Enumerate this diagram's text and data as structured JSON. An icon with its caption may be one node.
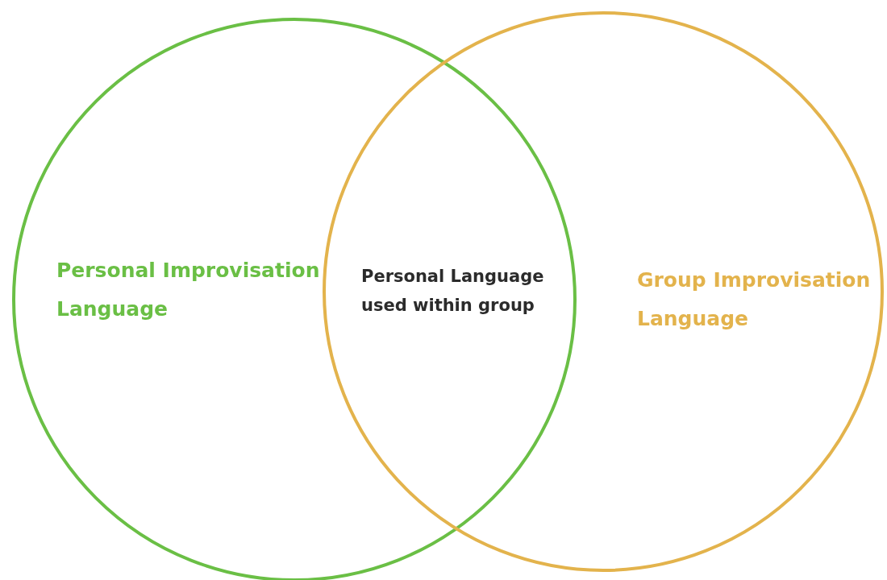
{
  "diagram": {
    "nodes": [
      {
        "text": [
          "Personal Improvisation Language"
        ]
      },
      {
        "text": [
          "Group Improvisation Language"
        ]
      }
    ],
    "edges": [],
    "labels": [
      "Personal Language used within group"
    ]
  }
}
